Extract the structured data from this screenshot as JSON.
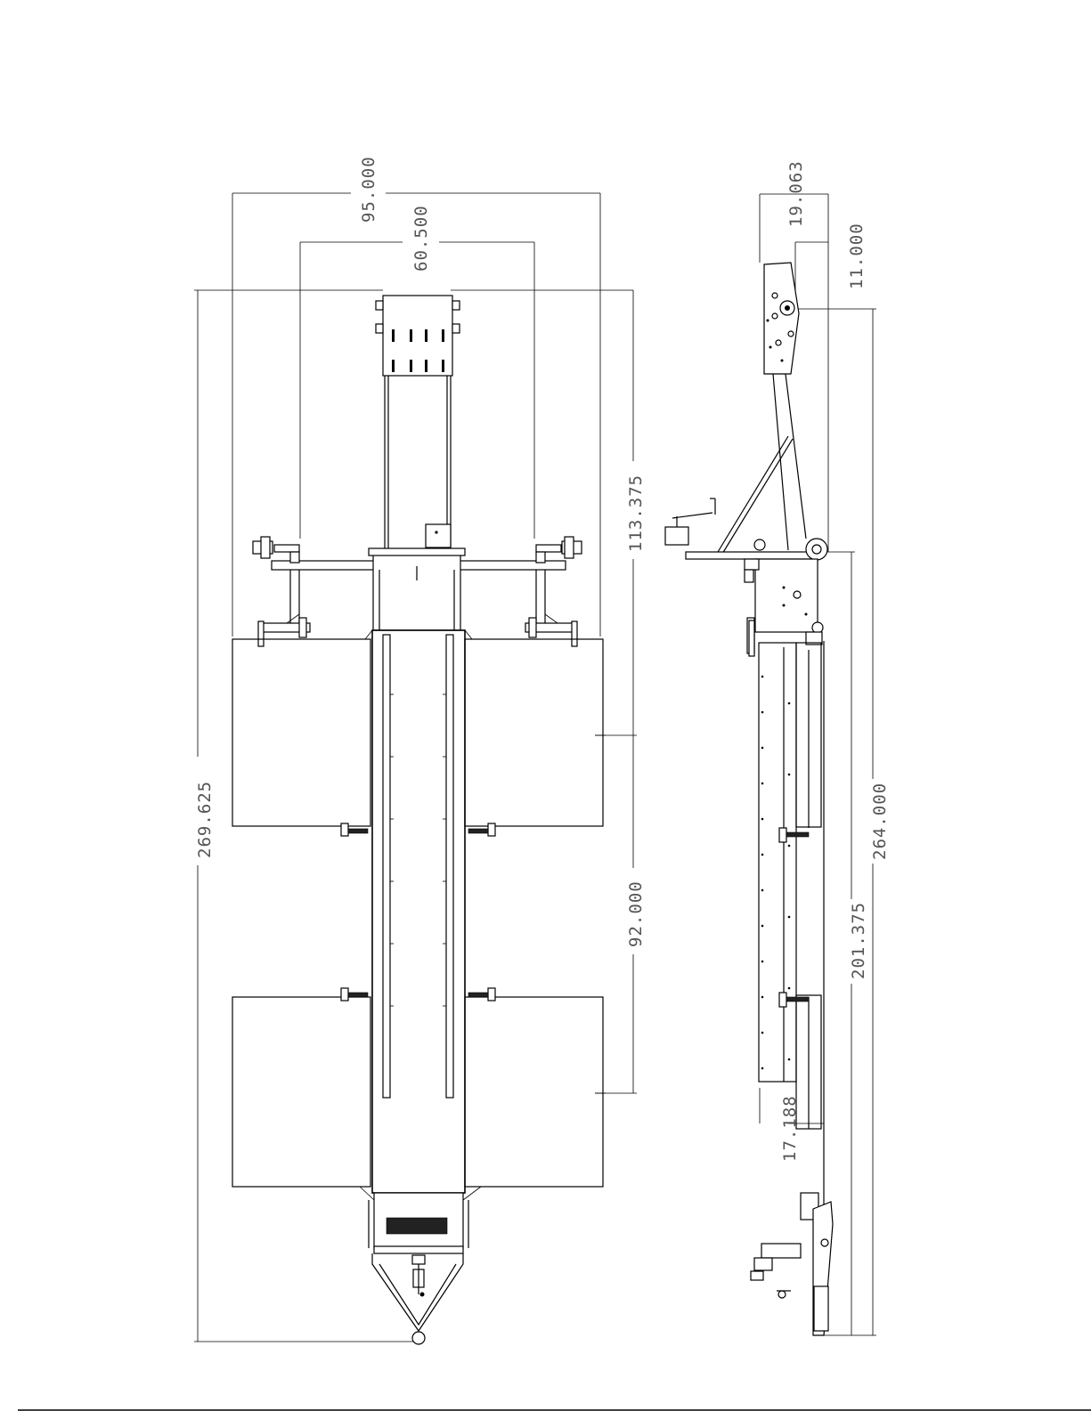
{
  "dimensions": {
    "top_overall_width": "95.000",
    "top_axle_width": "60.500",
    "top_overall_length": "269.625",
    "top_front_section": "113.375",
    "top_panel_spacing": "92.000",
    "side_height": "19.063",
    "side_offset": "11.000",
    "side_overall_length": "264.000",
    "side_lower_length": "201.375",
    "side_step": "17.188"
  }
}
